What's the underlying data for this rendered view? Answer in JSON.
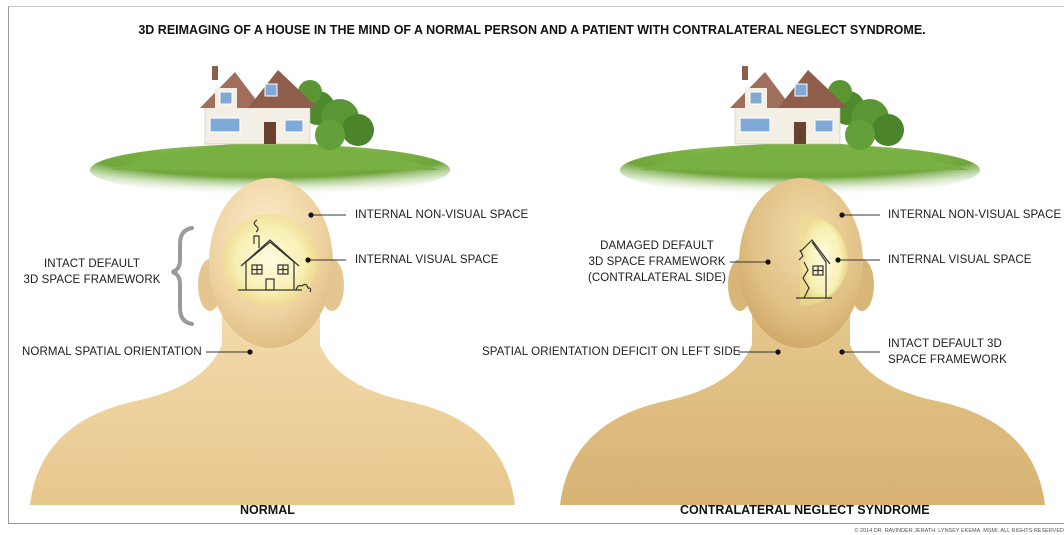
{
  "title": "3D REIMAGING OF A HOUSE IN THE MIND OF A NORMAL PERSON AND A PATIENT WITH CONTRALATERAL NEGLECT SYNDROME.",
  "left_panel": {
    "caption": "NORMAL",
    "label_internal_nonvisual": "INTERNAL NON-VISUAL SPACE",
    "label_internal_visual": "INTERNAL VISUAL SPACE",
    "label_intact_line1": "INTACT DEFAULT",
    "label_intact_line2": "3D SPACE FRAMEWORK",
    "label_orientation": "NORMAL SPATIAL ORIENTATION"
  },
  "right_panel": {
    "caption": "CONTRALATERAL NEGLECT SYNDROME",
    "label_internal_nonvisual": "INTERNAL NON-VISUAL SPACE",
    "label_internal_visual": "INTERNAL VISUAL SPACE",
    "label_damaged_line1": "DAMAGED DEFAULT",
    "label_damaged_line2": "3D SPACE FRAMEWORK",
    "label_damaged_line3": "(CONTRALATERAL SIDE)",
    "label_intact_line1": "INTACT DEFAULT 3D",
    "label_intact_line2": "SPACE FRAMEWORK",
    "label_deficit": "SPATIAL ORIENTATION DEFICIT ON LEFT SIDE"
  },
  "copyright": "© 2014 DR. RAVINDER JERATH. LYNSEY EKEMA. MSMI. ALL RIGHTS RESERVED",
  "colors": {
    "skin_normal": "#f0d7a6",
    "skin_neglect": "#e2c489",
    "visual_glow": "#fbf4b8",
    "grass": "#7cb444",
    "house_wall": "#f4efe4",
    "roof": "#a06e5a",
    "tree": "#4f8a2e"
  }
}
